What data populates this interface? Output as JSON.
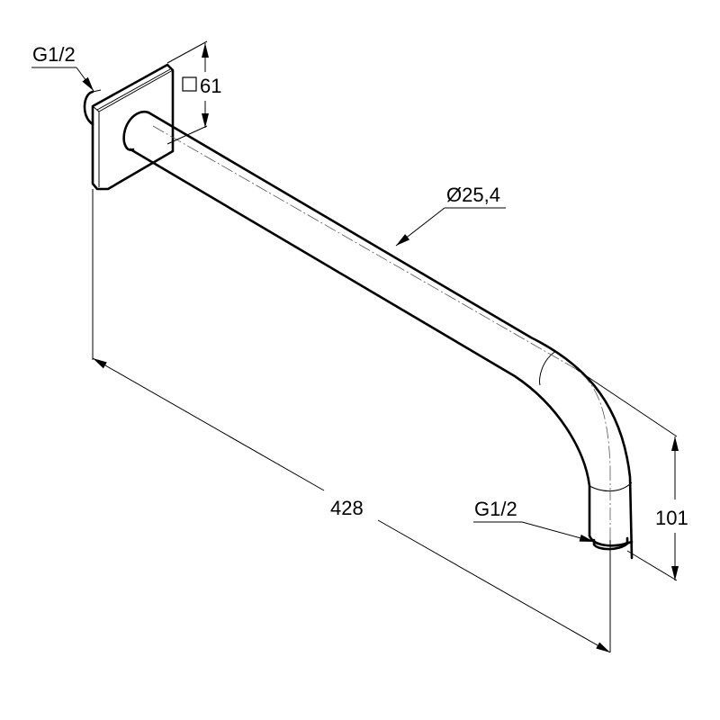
{
  "drawing": {
    "subject": "Wall-mounted shower arm with square escutcheon",
    "labels": {
      "thread_inlet": "G1/2",
      "escutcheon_size": "61",
      "escutcheon_symbol": "□",
      "pipe_diameter": "Ø25,4",
      "length": "428",
      "thread_outlet": "G1/2",
      "drop_height": "101"
    },
    "colors": {
      "line": "#000000",
      "background": "#ffffff"
    }
  }
}
